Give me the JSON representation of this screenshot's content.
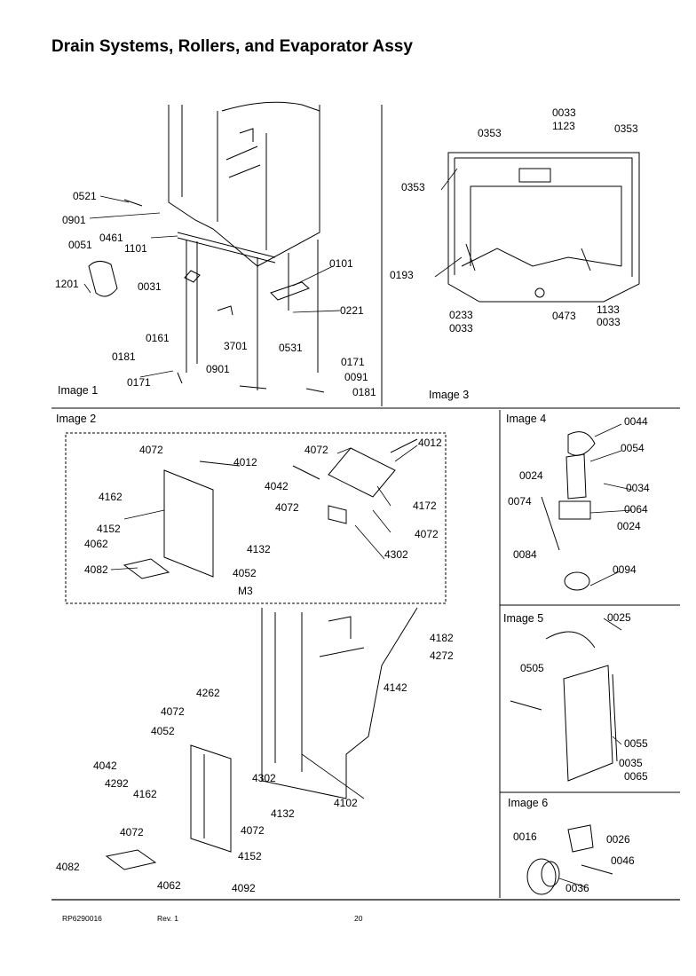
{
  "title": "Drain Systems, Rollers, and Evaporator Assy",
  "sections": {
    "image1": "Image 1",
    "image2": "Image 2",
    "image3": "Image 3",
    "image4": "Image 4",
    "image5": "Image 5",
    "image6": "Image 6",
    "m3": "M3"
  },
  "parts": {
    "image1": [
      "0521",
      "0901",
      "0461",
      "1101",
      "0051",
      "1201",
      "0031",
      "0101",
      "0221",
      "3701",
      "0531",
      "0161",
      "0181",
      "0901",
      "0171",
      "0171",
      "0091",
      "0181"
    ],
    "image3": [
      "0353",
      "0033",
      "1123",
      "0353",
      "0353",
      "0193",
      "0233",
      "0033",
      "0473",
      "1133",
      "0033"
    ],
    "image2": [
      "4072",
      "4012",
      "4162",
      "4152",
      "4062",
      "4082",
      "4052",
      "4132",
      "4072",
      "4012",
      "4042",
      "4072",
      "4172",
      "4072",
      "4302",
      "4182",
      "4272",
      "4142",
      "4262",
      "4072",
      "4052",
      "4042",
      "4292",
      "4162",
      "4302",
      "4132",
      "4072",
      "4102",
      "4072",
      "4152",
      "4082",
      "4062",
      "4092"
    ],
    "image4": [
      "0044",
      "0054",
      "0024",
      "0034",
      "0074",
      "0064",
      "0024",
      "0084",
      "0094"
    ],
    "image5": [
      "0025",
      "0505",
      "0055",
      "0035",
      "0065"
    ],
    "image6": [
      "0016",
      "0026",
      "0046",
      "0036"
    ]
  },
  "footer": {
    "code": "RP6290016",
    "rev": "Rev. 1",
    "page": "20"
  }
}
